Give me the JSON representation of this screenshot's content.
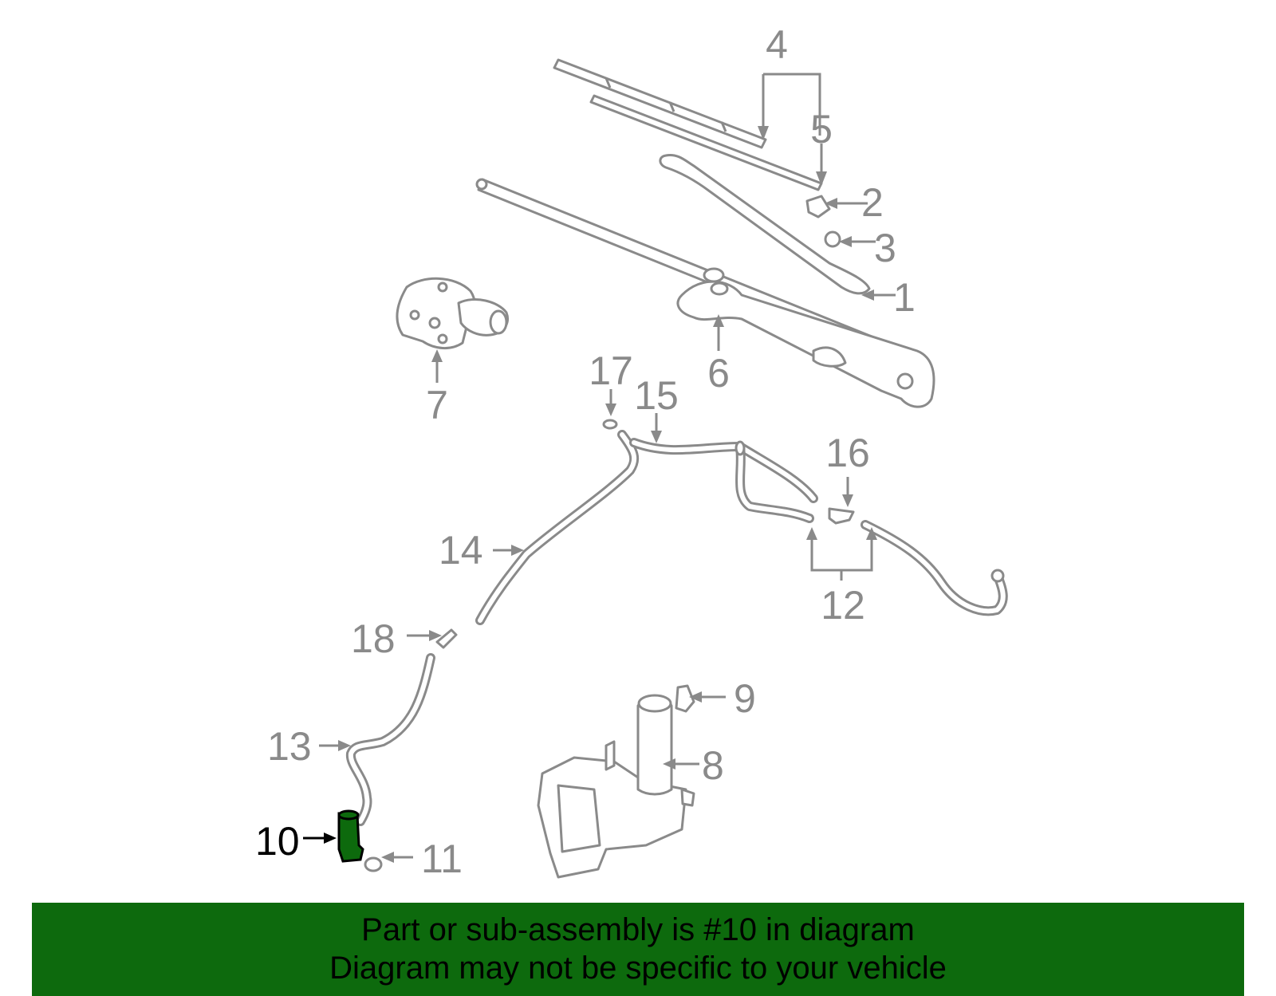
{
  "callouts": {
    "c1": "1",
    "c2": "2",
    "c3": "3",
    "c4": "4",
    "c5": "5",
    "c6": "6",
    "c7": "7",
    "c8": "8",
    "c9": "9",
    "c10": "10",
    "c11": "11",
    "c12": "12",
    "c13": "13",
    "c14": "14",
    "c15": "15",
    "c16": "16",
    "c17": "17",
    "c18": "18"
  },
  "highlighted_part": "10",
  "colors": {
    "line_gray": "#8a8a8a",
    "highlight_green": "#0d6a0d",
    "banner_bg": "#0d6a0d"
  },
  "banner": {
    "line1": "Part or sub-assembly is #10 in diagram",
    "line2": "Diagram may not be specific to your vehicle"
  }
}
